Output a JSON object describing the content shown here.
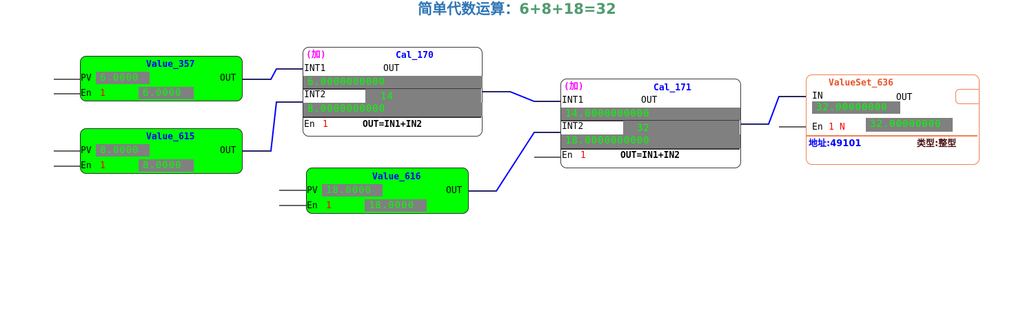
{
  "title": {
    "part1": "简单代数运算：",
    "part2": "6+8+18=32"
  },
  "blocks": {
    "value_357": {
      "name": "Value_357",
      "pv_label": "PV",
      "pv_value": "6.0000",
      "out_label": "OUT",
      "en_label": "En",
      "en_value": "1",
      "out_value": "6.0000"
    },
    "value_615": {
      "name": "Value_615",
      "pv_label": "PV",
      "pv_value": "8.0000",
      "out_label": "OUT",
      "en_label": "En",
      "en_value": "1",
      "out_value": "8.0000"
    },
    "value_616": {
      "name": "Value_616",
      "pv_label": "PV",
      "pv_value": "18.0000",
      "out_label": "OUT",
      "en_label": "En",
      "en_value": "1",
      "out_value": "18.0000"
    },
    "cal_170": {
      "op": "(加)",
      "name": "Cal_170",
      "int1_label": "INT1",
      "out_label": "OUT",
      "int1_value": "6.0000000000",
      "int2_label": "INT2",
      "out_value": "14",
      "int2_value": "8.0000000000",
      "en_label": "En",
      "en_value": "1",
      "formula": "OUT=IN1+IN2"
    },
    "cal_171": {
      "op": "(加)",
      "name": "Cal_171",
      "int1_label": "INT1",
      "out_label": "OUT",
      "int1_value": "14.0000000000",
      "int2_label": "INT2",
      "out_value": "32",
      "int2_value": "18.0000000000",
      "en_label": "En",
      "en_value": "1",
      "formula": "OUT=IN1+IN2"
    },
    "valueset_636": {
      "name": "ValueSet_636",
      "in_label": "IN",
      "out_label": "OUT",
      "in_value": "32.00000000",
      "en_label": "En",
      "en_value": "1",
      "n_label": "N",
      "set_value": "32.00000000",
      "address": "地址:49101",
      "type": "类型:整型"
    }
  },
  "colors": {
    "block_fill": "#00ff00",
    "value_fill": "#808080",
    "wire": "#0000ff",
    "title_blue": "#2e75b6",
    "title_green": "#4f9b6e",
    "set_border": "#f08050"
  }
}
